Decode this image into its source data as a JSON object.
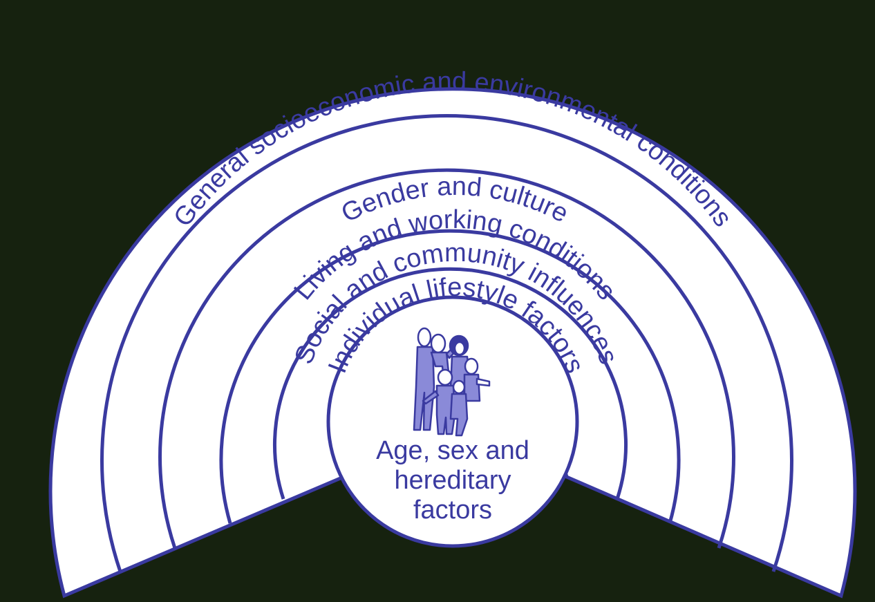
{
  "diagram": {
    "layers": [
      {
        "label": "General socioeconomic and environmental conditions"
      },
      {
        "label": "Gender and culture"
      },
      {
        "label": "Living and working conditions"
      },
      {
        "label": "Social and community influences"
      },
      {
        "label": "Individual lifestyle factors"
      }
    ],
    "center": {
      "lines": [
        "Age, sex and",
        "hereditary",
        "factors"
      ],
      "illustration_icon": "group-of-people-icon"
    },
    "colors": {
      "line": "#3a3aa0",
      "panel": "#ffffff",
      "figure_fill": "#8a8ad8",
      "background": "#16220f"
    }
  }
}
